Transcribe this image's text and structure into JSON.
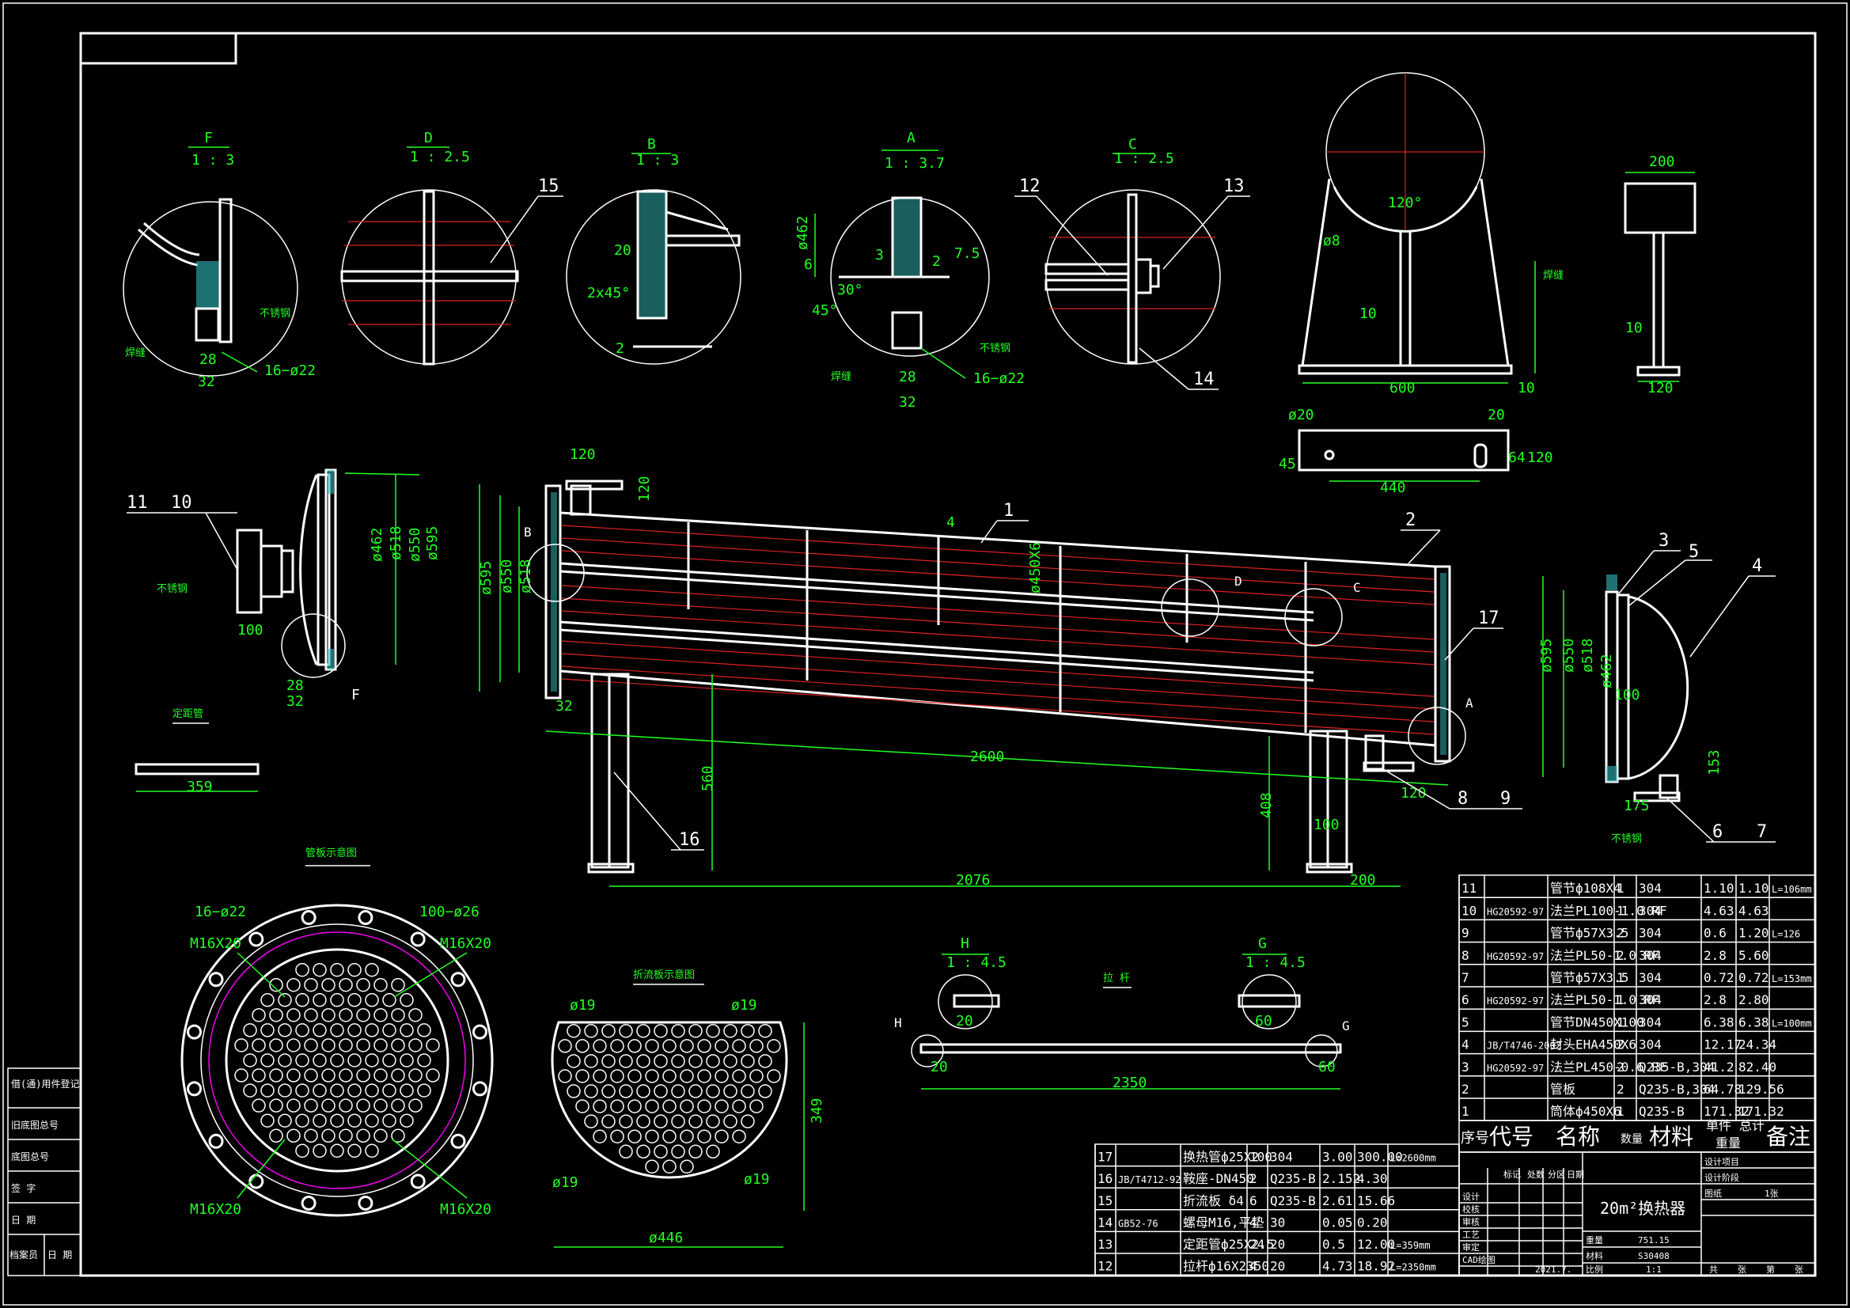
{
  "views": {
    "F": {
      "label": "F",
      "scale": "1 : 3"
    },
    "D": {
      "label": "D",
      "scale": "1 : 2.5"
    },
    "B": {
      "label": "B",
      "scale": "1 : 3"
    },
    "A": {
      "label": "A",
      "scale": "1 : 3.7"
    },
    "C": {
      "label": "C",
      "scale": "1 : 2.5"
    },
    "H": {
      "label": "H",
      "scale": "1 : 4.5"
    },
    "G": {
      "label": "G",
      "scale": "1 : 4.5"
    }
  },
  "balloons": [
    "1",
    "2",
    "3",
    "4",
    "5",
    "6",
    "7",
    "8",
    "9",
    "10",
    "11",
    "12",
    "13",
    "14",
    "15",
    "16",
    "17"
  ],
  "dims": {
    "d120": "120",
    "d2600": "2600",
    "d2076": "2076",
    "d200": "200",
    "d560": "560",
    "d408": "408",
    "d100": "100",
    "d32": "32",
    "d28": "28",
    "d359": "359",
    "d2350": "2350",
    "d20": "20",
    "d60": "60",
    "d600": "600",
    "d440": "440",
    "d45": "45",
    "d10": "10",
    "d175": "175",
    "d153": "153",
    "d349": "349",
    "phi446": "ø446",
    "phi19": "ø19",
    "phi20": "ø20",
    "phi8": "ø8",
    "phi595": "ø595",
    "phi550": "ø550",
    "phi518": "ø518",
    "phi450": "ø450X6",
    "phi462": "ø462",
    "ang120": "120°",
    "ang30": "30°",
    "ang45": "45°",
    "chamfer": "2x45°",
    "d7_5": "7.5",
    "d6": "6",
    "d3": "3",
    "d2": "2",
    "d4": "4",
    "d64": "64",
    "bolt_holes": "16−ø22",
    "tube_holes": "100−ø26",
    "m16": "M16X20"
  },
  "notes": {
    "tie_rod_label": "定距管",
    "tubesheet_label": "管板示意图",
    "baffle_label": "折流板示意图",
    "pull_rod_label": "拉 杆",
    "stainless": "不锈钢",
    "weld": "焊缝"
  },
  "parts_upper": {
    "headers": [
      "序号",
      "代号",
      "名称",
      "数量",
      "材料",
      "单件",
      "总计",
      "备注"
    ],
    "weight_label": "重量",
    "rows": [
      [
        "11",
        "",
        "管节ф108X4",
        "1",
        "304",
        "1.10",
        "1.10",
        "L=106mm"
      ],
      [
        "10",
        "HG20592-97",
        "法兰PL100-1.0 RF",
        "1",
        "304",
        "4.63",
        "4.63",
        ""
      ],
      [
        "9",
        "",
        "管节ф57X3.5",
        "2",
        "304",
        "0.6",
        "1.20",
        "L=126"
      ],
      [
        "8",
        "HG20592-97",
        "法兰PL50-1.0 RF",
        "2",
        "304",
        "2.8",
        "5.60",
        ""
      ],
      [
        "7",
        "",
        "管节ф57X3.5",
        "1",
        "304",
        "0.72",
        "0.72",
        "L=153mm"
      ],
      [
        "6",
        "HG20592-97",
        "法兰PL50-1.0 RF",
        "1",
        "304",
        "2.8",
        "2.80",
        ""
      ],
      [
        "5",
        "",
        "管节DN450X100",
        "1",
        "304",
        "6.38",
        "6.38",
        "L=100mm"
      ],
      [
        "4",
        "JB/T4746-2002",
        "封头EHA450X6",
        "2",
        "304",
        "12.17",
        "24.34",
        ""
      ],
      [
        "3",
        "HG20592-97",
        "法兰PL450-0.6 RF",
        "2",
        "Q235-B,304",
        "41.2",
        "82.40",
        ""
      ],
      [
        "2",
        "",
        "管板",
        "2",
        "Q235-B,304",
        "64.78",
        "129.56",
        ""
      ],
      [
        "1",
        "",
        "筒体ф450X6",
        "1",
        "Q235-B",
        "171.32",
        "171.32",
        ""
      ]
    ]
  },
  "parts_lower": {
    "rows": [
      [
        "17",
        "",
        "换热管ф25X2",
        "100",
        "304",
        "3.00",
        "300.00",
        "L=2600mm"
      ],
      [
        "16",
        "JB/T4712-92",
        "鞍座-DN450",
        "2",
        "Q235-B",
        "2.152",
        "4.30",
        ""
      ],
      [
        "15",
        "",
        "折流板 δ4",
        "6",
        "Q235-B",
        "2.61",
        "15.66",
        ""
      ],
      [
        "14",
        "GB52-76",
        "螺母M16,平垫",
        "4",
        "30",
        "0.05",
        "0.20",
        ""
      ],
      [
        "13",
        "",
        "定距管ф25X2.5",
        "24",
        "20",
        "0.5",
        "12.00",
        "L=359mm"
      ],
      [
        "12",
        "",
        "拉杆ф16X2350",
        "4",
        "20",
        "4.73",
        "18.92",
        "L=2350mm"
      ]
    ]
  },
  "title_block": {
    "title": "20m²换热器",
    "left_labels": [
      "设计",
      "校核",
      "审核",
      "工艺",
      "审定",
      "CAD绘图"
    ],
    "header_labels": [
      "标记",
      "处数",
      "分区",
      "日期"
    ],
    "right_labels": [
      "设计项目",
      "设计阶段",
      "图纸"
    ],
    "weight_label": "重量",
    "weight_value": "751.15",
    "material_label": "材料",
    "material_value": "S30408",
    "scale_label": "比例",
    "scale_value": "1:1",
    "sheet_labels": [
      "共",
      "张",
      "第",
      "张"
    ],
    "sheet_count": "1张",
    "date_value": "2021.7."
  },
  "left_strip": {
    "items": [
      "借(通)用件登记",
      "旧底图总号",
      "底图总号",
      "签 字",
      "日 期",
      "档案员",
      "日 期"
    ]
  }
}
